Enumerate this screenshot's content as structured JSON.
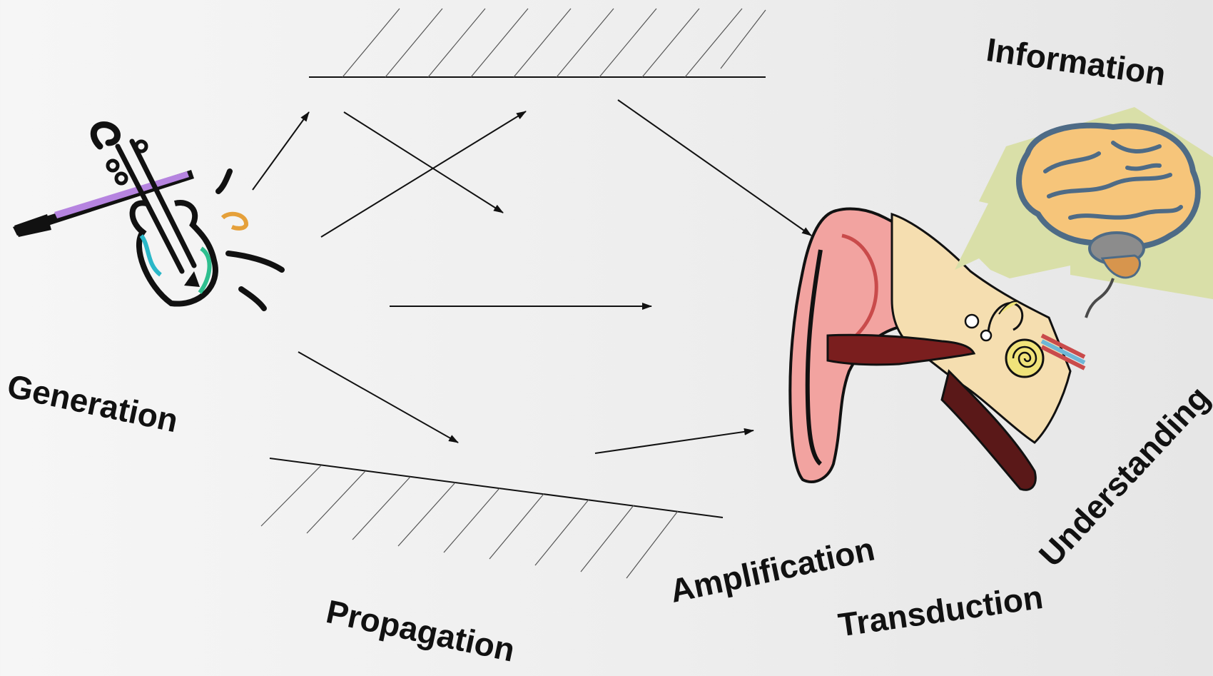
{
  "labels": {
    "generation": "Generation",
    "propagation": "Propagation",
    "amplification": "Amplification",
    "transduction": "Transduction",
    "information": "Information",
    "understanding": "Understanding"
  },
  "icons": {
    "source": "violin-icon",
    "receiver": "ear-anatomy-icon",
    "processor": "brain-icon"
  },
  "colors": {
    "ink": "#111111",
    "skin": "#f2a3a0",
    "bone": "#f5deb0",
    "brain": "#f6c57a",
    "brain_outline": "#4e6b86",
    "head_bg": "#d9dfa8"
  }
}
